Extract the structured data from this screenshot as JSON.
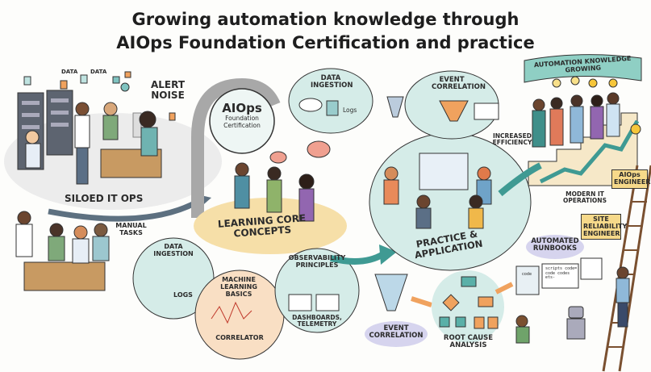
{
  "title": {
    "line1": "Growing automation knowledge through",
    "line2": "AIOps Foundation Certification and practice"
  },
  "siloed": {
    "data1": "DATA",
    "data2": "DATA",
    "alert_noise": "ALERT NOISE",
    "siloed_label": "SILOED IT OPS",
    "manual_tasks": "MANUAL TASKS"
  },
  "certification": {
    "aiops": "AIOps",
    "sub": "Foundation Certification"
  },
  "top_ingestion": {
    "title": "DATA INGESTION",
    "logs": "Logs"
  },
  "learning": {
    "label": "LEARNING CORE CONCEPTS"
  },
  "concepts": [
    {
      "title": "DATA INGESTION",
      "caption": "LOGS"
    },
    {
      "title": "MACHINE LEARNING BASICS",
      "caption": "CORRELATOR"
    },
    {
      "title": "OBSERVABILITY PRINCIPLES",
      "caption": "DASHBOARDS, TELEMETRY"
    }
  ],
  "top_correlation": {
    "title": "EVENT CORRELATION"
  },
  "practice": {
    "label": "PRACTICE & APPLICATION"
  },
  "outcomes": {
    "event_correlation": "EVENT CORRELATION",
    "root_cause": "ROOT CAUSE ANALYSIS",
    "runbooks": "AUTOMATED RUNBOOKS",
    "code_text": "scripts code= code codes ets-",
    "doc_text": "code"
  },
  "growth": {
    "banner": "AUTOMATION KNOWLEDGE GROWING",
    "efficiency": "INCREASED EFFICIENCY",
    "modern_ops": "MODERN IT OPERATIONS",
    "aiops_engineer": "AIOps ENGINEER",
    "sre": "SITE RELIABILITY ENGINEER"
  },
  "colors": {
    "teal": "#8fcfc4",
    "teal_dark": "#3f9a93",
    "orange": "#f0a25e",
    "lavender": "#d6d4ee",
    "yellow": "#f6d98a"
  }
}
